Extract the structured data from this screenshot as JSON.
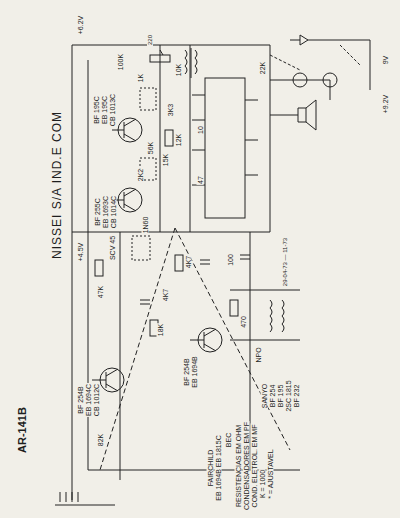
{
  "diagram": {
    "title": "NISSEI S/A IND.E COM",
    "labels": [
      "AR-141B",
      "29-04-73 — 11-73",
      "BF 195C",
      "EB 195C",
      "CB 1013C",
      "BF 255C",
      "EB 1693C",
      "CB 1014C",
      "BF 254B",
      "EB 1694C",
      "CB 1012C",
      "BF 254B",
      "EB 1694B",
      "FAIRCHILD",
      "EB 1694B EB 1815C",
      "BEC",
      "RESISTENCIAS EM OHM",
      "CONDENSADORES EM PF",
      "COND. ELETROL. EM MF",
      "K = 1000",
      "* = AJUSTAVEL",
      "SANYO",
      "BF 254",
      "BF 195",
      "2SC 1815",
      "BF 232",
      "+6.2V",
      "+4.5V",
      "+9.2V",
      "9V",
      "100K",
      "1K",
      "10K",
      "220",
      "56K",
      "15K",
      "12K",
      "2K2",
      "47K",
      "4K7",
      "1N60",
      "SCV 45",
      "22K",
      "10",
      "47",
      "470",
      "NPO",
      "4K7",
      "3K3",
      "18K",
      "100",
      "82K"
    ]
  }
}
